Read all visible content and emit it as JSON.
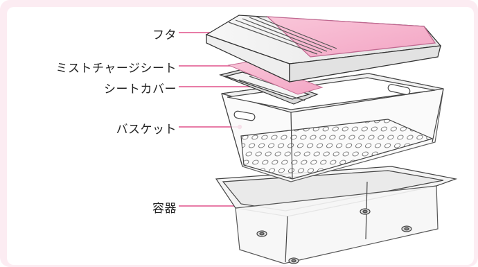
{
  "diagram": {
    "labels": [
      {
        "id": "lid",
        "text": "フタ"
      },
      {
        "id": "sheet",
        "text": "ミストチャージシート"
      },
      {
        "id": "cover",
        "text": "シートカバー"
      },
      {
        "id": "basket",
        "text": "バスケット"
      },
      {
        "id": "container",
        "text": "容器"
      }
    ]
  },
  "colors": {
    "frame_bg": "#fcecf2",
    "accent_pink": "#e0508a",
    "sheet_pink": "#f6b3cd",
    "outline": "#333333"
  }
}
